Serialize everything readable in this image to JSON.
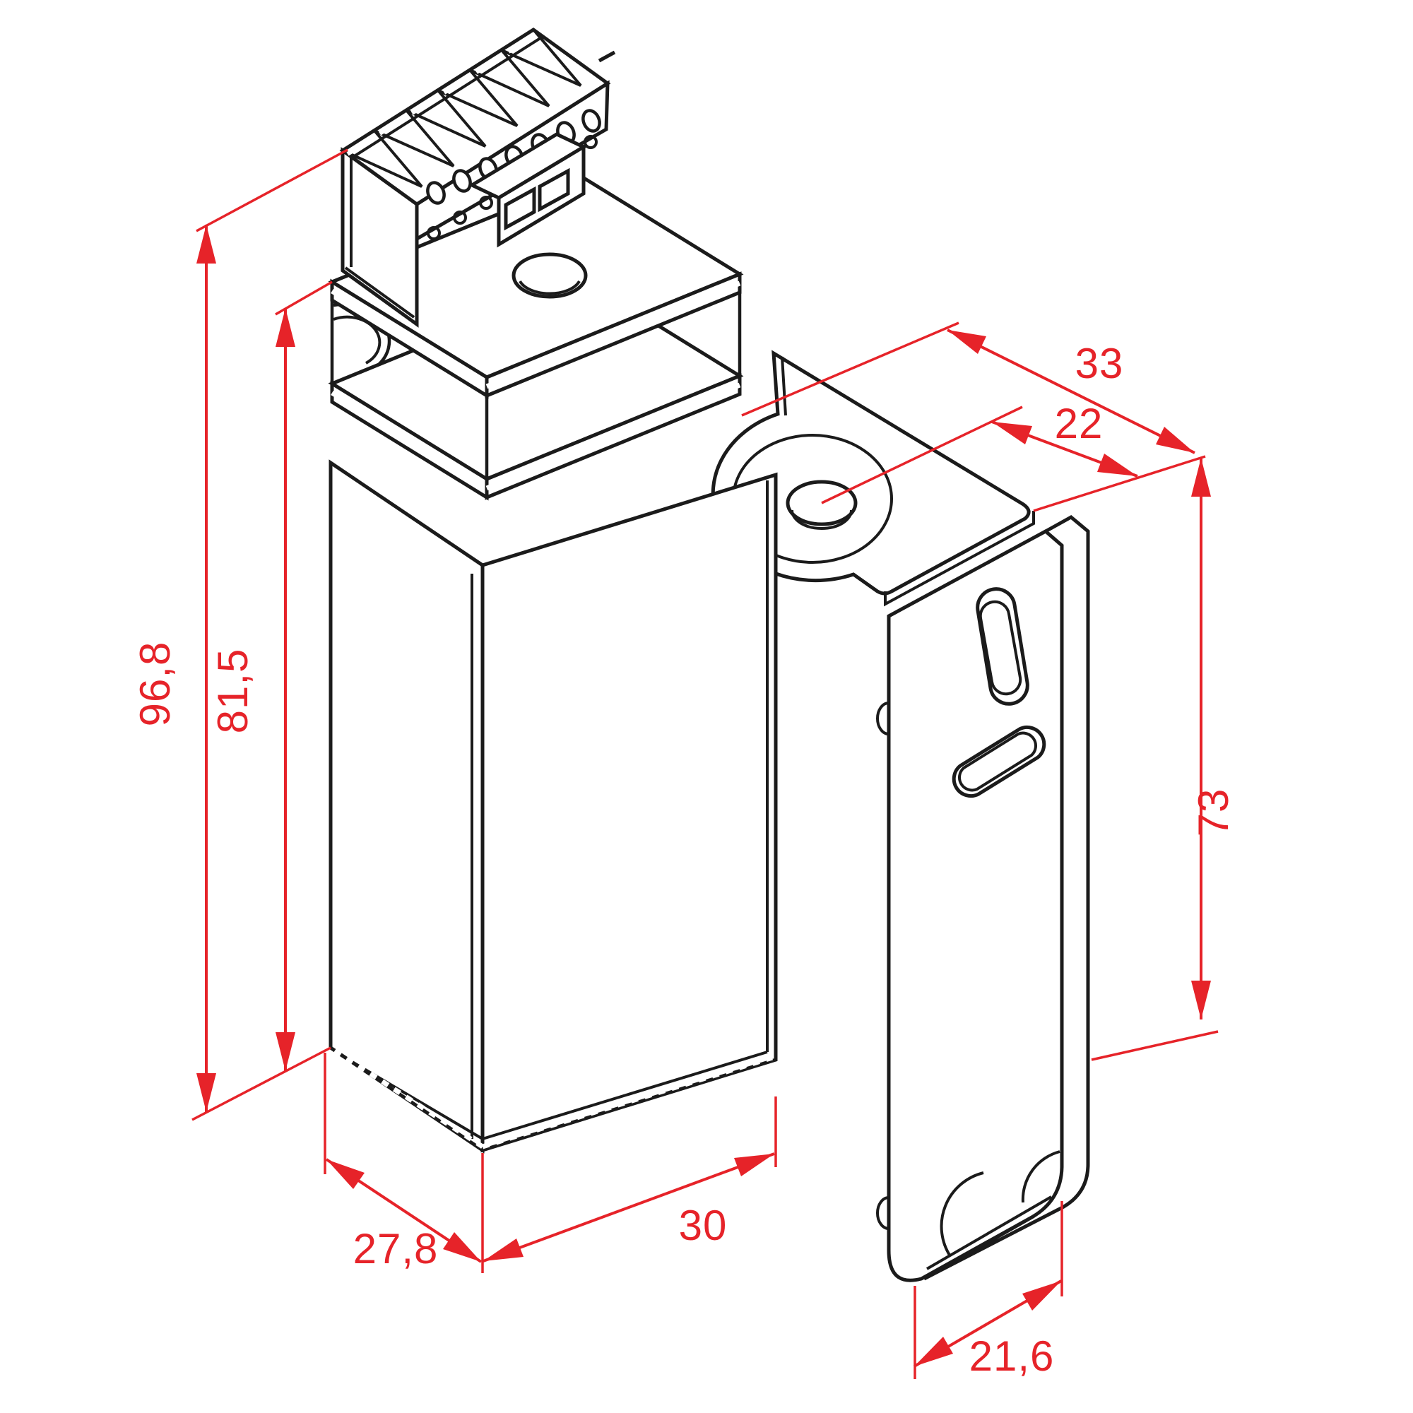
{
  "drawing": {
    "type": "isometric-dimension-drawing",
    "parts": {
      "device": "gate-operator-column-with-terminal-block",
      "bracket": "mounting-bracket"
    },
    "dimensions": {
      "total_height": "96,8",
      "body_height": "81,5",
      "depth": "27,8",
      "width": "30",
      "bracket_top_width": "33",
      "hole_center_offset": "22",
      "bracket_height": "73",
      "bracket_depth": "21,6"
    },
    "colors": {
      "dimension": "#e62329",
      "line": "#1b1b1b",
      "background": "#ffffff"
    }
  }
}
